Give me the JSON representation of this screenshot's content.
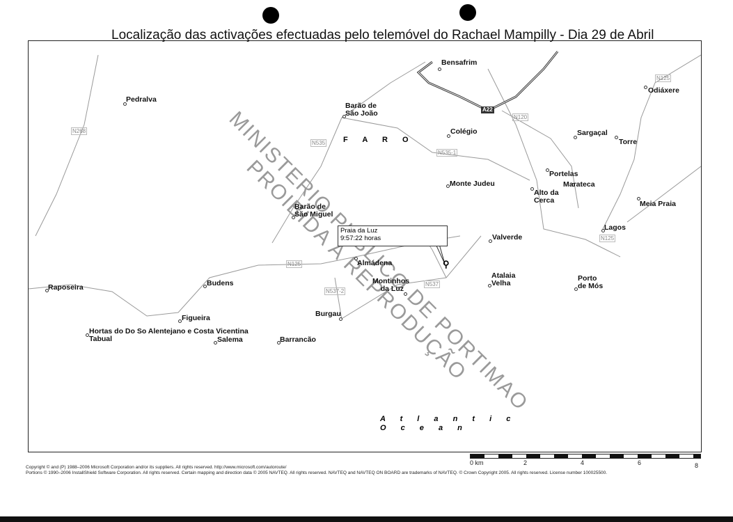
{
  "title": "Localização das activações efectuadas pelo telemóvel do Rachael Mampilly - Dia 29 de Abril",
  "region_label": "F A R O",
  "ocean_label": [
    "A t l a n t i c",
    "O c e a n"
  ],
  "callout": {
    "place": "Praia da Luz",
    "time": "9:57:22 horas"
  },
  "places": [
    "Bensafrim",
    "Pedralva",
    "Barão de",
    "São João",
    "Colégio",
    "Sargaçal",
    "Torre",
    "Odiáxere",
    "Portelas",
    "Marateca",
    "Alto da",
    "Cerca",
    "Monte Judeu",
    "Meia Praia",
    "Barão de",
    "São Miguel",
    "Lagos",
    "Valverde",
    "Almádena",
    "Raposeira",
    "Budens",
    "Montinhos",
    "da Luz",
    "Atalaia",
    "Velha",
    "Porto",
    "de Mós",
    "Burgau",
    "Figueira",
    "Hortas do Do So Alentejano e Costa Vicentina",
    "Tabual",
    "Salema",
    "Barrancão"
  ],
  "roads": [
    "N268",
    "N535",
    "N535-1",
    "N120",
    "N125",
    "N125",
    "N125",
    "N537-2",
    "N537",
    "A22"
  ],
  "watermark": [
    "MINISTERIO PUBLICO DE PORTIMAO",
    "PROIBIDA A REPRODUÇÃO"
  ],
  "scale": {
    "unit_label": "0 km",
    "ticks": [
      "2",
      "4",
      "6",
      "8"
    ]
  },
  "copyright": [
    "Copyright © and (P) 1988–2006 Microsoft Corporation and/or its suppliers. All rights reserved. http://www.microsoft.com/autoroute/",
    "Portions © 1990–2006 InstallShield Software Corporation. All rights reserved. Certain mapping and direction data © 2005 NAVTEQ. All rights reserved. NAVTEQ and NAVTEQ ON BOARD are trademarks of NAVTEQ. © Crown Copyright 2005. All rights reserved. License number 100025500."
  ]
}
